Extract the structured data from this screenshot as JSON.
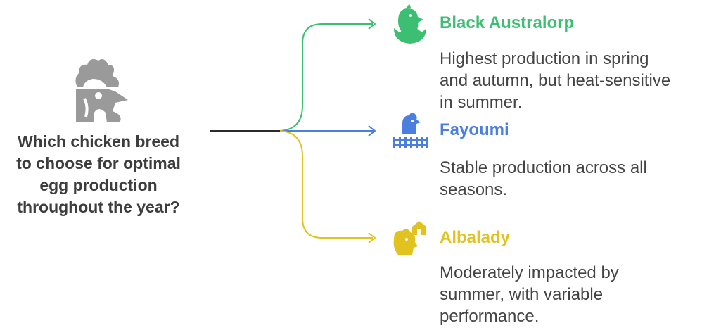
{
  "question": {
    "lines": [
      "Which chicken breed",
      "to choose for optimal",
      "egg production",
      "throughout the year?"
    ]
  },
  "options": [
    {
      "title": "Black Australorp",
      "color": "#3cbf73",
      "icon": "chick-hatching-icon",
      "description_lines": [
        "Highest production in spring",
        "and autumn, but heat-sensitive",
        "in summer."
      ]
    },
    {
      "title": "Fayoumi",
      "color": "#4a7fe0",
      "icon": "chicken-fence-icon",
      "description_lines": [
        "Stable production across all",
        "seasons."
      ]
    },
    {
      "title": "Albalady",
      "color": "#e1c21e",
      "icon": "chicken-coop-icon",
      "description_lines": [
        "Moderately impacted by",
        "summer, with variable",
        "performance."
      ]
    }
  ],
  "colors": {
    "stem": "#2b2b2b",
    "question_text": "#3d3d3d",
    "description_text": "#444444",
    "rooster_icon": "#9a9a9a"
  }
}
